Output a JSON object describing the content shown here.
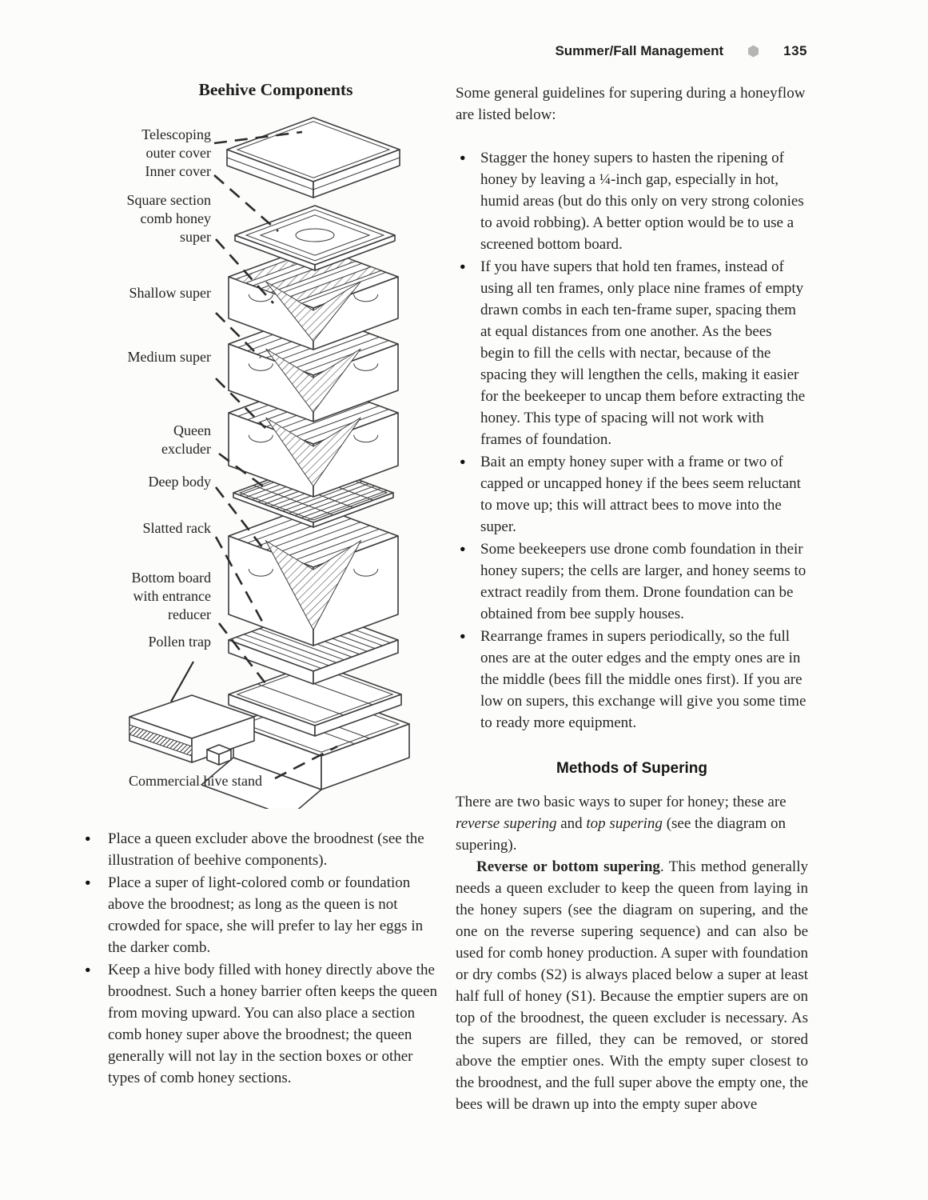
{
  "header": {
    "section": "Summer/Fall Management",
    "page_number": "135"
  },
  "icons": {
    "bullet": "●",
    "separator": "hexagon"
  },
  "colors": {
    "background": "#fcfcfa",
    "ink": "#262626",
    "hexagon": "#b5b5b5"
  },
  "diagram": {
    "title": "Beehive Components",
    "labels": [
      "Telescoping outer cover",
      "Inner cover",
      "Square section comb honey super",
      "Shallow super",
      "Medium super",
      "Queen excluder",
      "Deep body",
      "Slatted rack",
      "Bottom board with entrance reducer",
      "Pollen trap",
      "Commercial hive stand"
    ]
  },
  "left_column": {
    "bullets": [
      "Place a queen excluder above the broodnest (see the illustration of beehive components).",
      "Place a super of light-colored comb or foundation above the broodnest; as long as the queen is not crowded for space, she will prefer to lay her eggs in the darker comb.",
      "Keep a hive body filled with honey directly above the broodnest. Such a honey barrier often keeps the queen from moving upward. You can also place a section comb honey super above the broodnest; the queen generally will not lay in the section boxes or other types of comb honey sections."
    ]
  },
  "right_column": {
    "intro": "Some general guidelines for supering during a honeyflow are listed below:",
    "bullets": [
      "Stagger the honey supers to hasten the ripening of honey by leaving a ¼-inch gap, especially in hot, humid areas (but do this only on very strong colonies to avoid robbing). A better option would be to use a screened bottom board.",
      "If you have supers that hold ten frames, instead of using all ten frames, only place nine frames of empty drawn combs in each ten-frame super, spacing them at equal distances from one another. As the bees begin to fill the cells with nectar, because of the spacing they will lengthen the cells, making it easier for the beekeeper to uncap them before extracting the honey. This type of spacing will not work with frames of foundation.",
      "Bait an empty honey super with a frame or two of capped or uncapped honey if the bees seem reluctant to move up; this will attract bees to move into the super.",
      "Some beekeepers use drone comb foundation in their honey supers; the cells are larger, and honey seems to extract readily from them. Drone foundation can be obtained from bee supply houses.",
      "Rearrange frames in supers periodically, so the full ones are at the outer edges and the empty ones are in the middle (bees fill the middle ones first). If you are low on supers, this exchange will give you some time to ready more equipment."
    ],
    "methods": {
      "heading": "Methods of Supering",
      "intro": {
        "pre": "There are two basic ways to super for honey; these are ",
        "italic1": "reverse supering",
        "mid": " and ",
        "italic2": "top supering",
        "post": " (see the diagram on supering)."
      },
      "reverse": {
        "lead": "Reverse or bottom supering",
        "body": ". This method generally needs a queen excluder to keep the queen from laying in the honey supers (see the diagram on supering, and the one on the reverse supering sequence) and can also be used for comb honey production. A super with foundation or dry combs (S2) is always placed below a super at least half full of honey (S1). Because the emptier supers are on top of the broodnest, the queen excluder is necessary. As the supers are filled, they can be removed, or stored above the emptier ones. With the empty super closest to the broodnest, and the full super above the empty one, the bees will be drawn up into the empty super above"
      }
    }
  }
}
